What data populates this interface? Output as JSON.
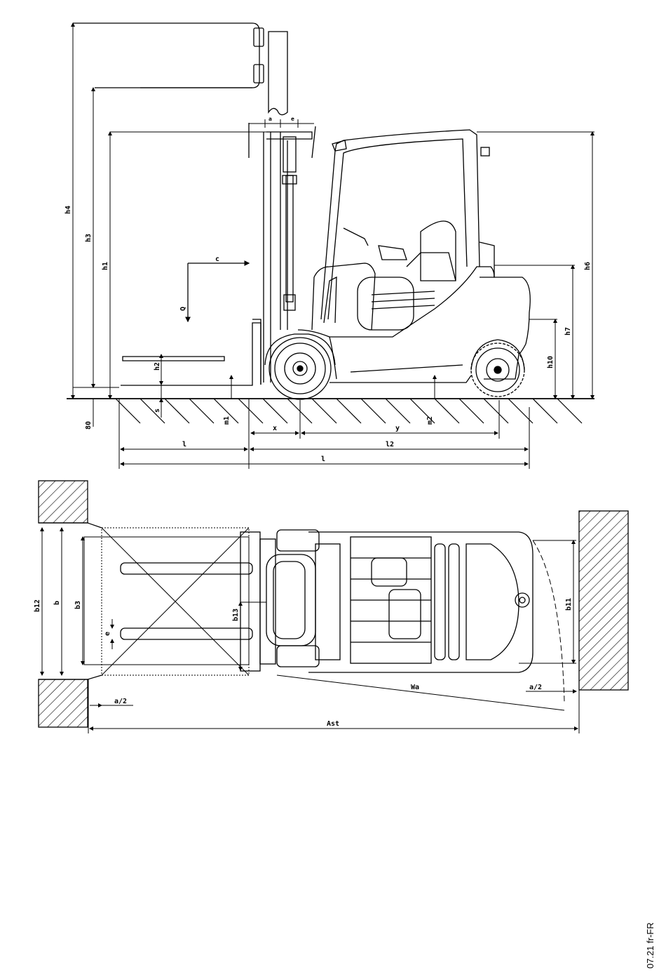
{
  "side_view": {
    "labels": {
      "h4": "h4",
      "h3": "h3",
      "h1": "h1",
      "h6": "h6",
      "h7": "h7",
      "h10": "h10",
      "h2": "h2",
      "s": "s",
      "m1": "m1",
      "m2": "m2",
      "c": "c",
      "Q": "Q",
      "x": "x",
      "y": "y",
      "l1": "l",
      "l2": "l2",
      "l_total": "l",
      "a_top": "a",
      "e_top": "e",
      "ground": "80"
    }
  },
  "top_view": {
    "labels": {
      "b12": "b12",
      "b": "b",
      "b3": "b3",
      "b13": "b13",
      "e": "e",
      "b11": "b11",
      "a2_left": "a/2",
      "a2_right": "a/2",
      "wa": "Wa",
      "ast": "Ast"
    }
  },
  "footer": {
    "code": "07.21 fr-FR"
  }
}
